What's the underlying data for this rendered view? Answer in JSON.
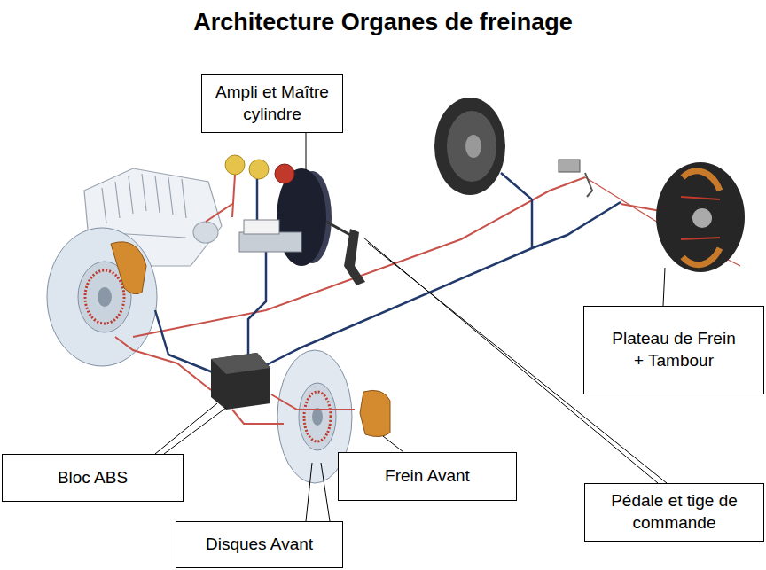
{
  "diagram": {
    "title": "Architecture Organes de freinage",
    "nodes": [
      {
        "text": [
          "Ampli et Maître cylindre"
        ]
      },
      {
        "text": [
          "Plateau de Frein + Tambour"
        ]
      },
      {
        "text": [
          "Bloc ABS"
        ]
      },
      {
        "text": [
          "Frein Avant"
        ]
      },
      {
        "text": [
          "Pédale et tige de commande"
        ]
      },
      {
        "text": [
          "Disques Avant"
        ]
      }
    ]
  }
}
